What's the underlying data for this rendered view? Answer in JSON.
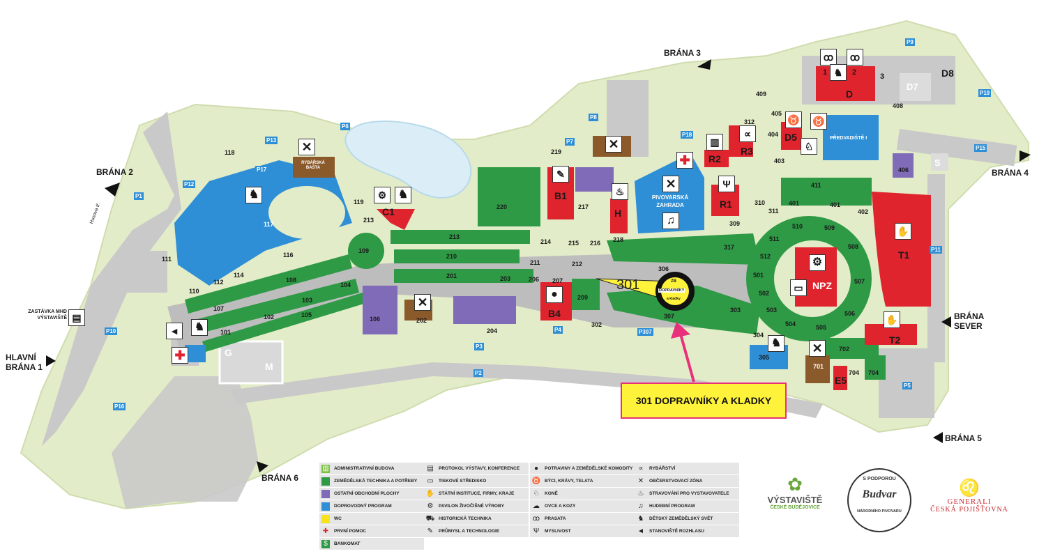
{
  "map": {
    "zones": {
      "z101": "101",
      "z102": "102",
      "z103": "103",
      "z104": "104",
      "z105": "105",
      "z106": "106",
      "z107": "107",
      "z108": "108",
      "z109": "109",
      "z110": "110",
      "z111": "111",
      "z112": "112",
      "z114": "114",
      "z116": "116",
      "z117": "117",
      "z118": "118",
      "z119": "119",
      "z201": "201",
      "z202": "202",
      "z203": "203",
      "z204": "204",
      "z206": "206",
      "z207": "207",
      "z209": "209",
      "z210": "210",
      "z211": "211",
      "z212": "212",
      "z213a": "213",
      "z213b": "213",
      "z214": "214",
      "z215": "215",
      "z216": "216",
      "z217": "217",
      "z218": "218",
      "z219": "219",
      "z220": "220",
      "z301": "301",
      "z302": "302",
      "z303": "303",
      "z304": "304",
      "z305": "305",
      "z306": "306",
      "z307": "307",
      "z309": "309",
      "z310": "310",
      "z311": "311",
      "z312": "312",
      "z317": "317",
      "z401a": "401",
      "z401b": "401",
      "z402": "402",
      "z403": "403",
      "z404": "404",
      "z405": "405",
      "z406": "406",
      "z408": "408",
      "z409": "409",
      "z411": "411",
      "z501": "501",
      "z502": "502",
      "z503": "503",
      "z504": "504",
      "z505": "505",
      "z506": "506",
      "z507": "507",
      "z508": "508",
      "z509": "509",
      "z510": "510",
      "z511": "511",
      "z512": "512",
      "z701": "701",
      "z702": "702",
      "z704a": "704",
      "z704b": "704"
    },
    "halls": {
      "B1": "B1",
      "B4": "B4",
      "C1": "C1",
      "H": "H",
      "R1": "R1",
      "R2": "R2",
      "R3": "R3",
      "D": "D",
      "D5": "D5",
      "D7": "D7",
      "D8": "D8",
      "T1": "T1",
      "T2": "T2",
      "E5": "E5",
      "NPZ": "NPZ",
      "G": "G",
      "M": "M",
      "S": "S",
      "n1": "1",
      "n2": "2",
      "n3": "3"
    },
    "parking": {
      "P1": "P1",
      "P2": "P2",
      "P3": "P3",
      "P4": "P4",
      "P5": "P5",
      "P6": "P6",
      "P7": "P7",
      "P8": "P8",
      "P9": "P9",
      "P10": "P10",
      "P11": "P11",
      "P12": "P12",
      "P13": "P13",
      "P15": "P15",
      "P16": "P16",
      "P17": "P17",
      "P18": "P18",
      "P19": "P19",
      "P307": "P307"
    },
    "places": {
      "pivovarska": "PIVOVARSKÁ ZAHRADA",
      "predvadiste": "PŘEDVADIŠTĚ I",
      "rybarska": "RYBÁŘSKÁ BAŠTA",
      "zastavka": "ZASTÁVKA MHD VÝSTAVIŠTĚ",
      "street": "Husova tř."
    },
    "gates": {
      "brana1": "HLAVNÍ BRÁNA 1",
      "brana2": "BRÁNA 2",
      "brana3": "BRÁNA 3",
      "brana4": "BRÁNA 4",
      "brana5": "BRÁNA 5",
      "brana6": "BRÁNA 6",
      "sever": "BRÁNA SEVER"
    },
    "highlight": {
      "number": "301",
      "badge_top": "ZB",
      "badge_mid": "DOPRAVNÍKY",
      "badge_bot": "a kladky",
      "callout": "301 DOPRAVNÍKY A KLADKY"
    },
    "colors": {
      "green": "#2e9a45",
      "light_green": "#e3ecc8",
      "blue": "#2f8fd6",
      "red": "#e0242e",
      "purple": "#7f6bb8",
      "gray": "#c8c8c8",
      "yellow": "#f7e21b",
      "callout_border": "#e8317a"
    }
  },
  "legend": {
    "col1": [
      {
        "icon": "building-icon",
        "text": "ADMINISTRATIVNÍ BUDOVA",
        "color": "#7cc242"
      },
      {
        "icon": "swatch",
        "text": "ZEMĚDĚLSKÁ TECHNIKA A POTŘEBY",
        "color": "#2e9a45"
      },
      {
        "icon": "swatch",
        "text": "OSTATNÍ OBCHODNÍ PLOCHY",
        "color": "#7f6bb8"
      },
      {
        "icon": "swatch",
        "text": "DOPROVODNÝ PROGRAM",
        "color": "#2f8fd6"
      },
      {
        "icon": "swatch",
        "text": "WC",
        "color": "#f7e21b"
      },
      {
        "icon": "first-aid-icon",
        "text": "PRVNÍ POMOC",
        "color": "#e0242e"
      },
      {
        "icon": "atm-icon",
        "text": "BANKOMAT",
        "color": "#2e9a45"
      }
    ],
    "col2": [
      {
        "icon": "document-icon",
        "text": "PROTOKOL VÝSTAVY, KONFERENCE"
      },
      {
        "icon": "tv-icon",
        "text": "TISKOVÉ STŘEDISKO"
      },
      {
        "icon": "handshake-icon",
        "text": "STÁTNÍ INSTITUCE, FIRMY, KRAJE"
      },
      {
        "icon": "gear-icon",
        "text": "PAVILON ŽIVOČIŠNÉ VÝROBY"
      },
      {
        "icon": "tractor-icon",
        "text": "HISTORICKÁ TECHNIKA"
      },
      {
        "icon": "wrench-icon",
        "text": "PRŮMYSL A TECHNOLOGIE"
      }
    ],
    "col3": [
      {
        "icon": "apple-icon",
        "text": "POTRAVINY A ZEMĚDĚLSKÉ KOMODITY"
      },
      {
        "icon": "cow-icon",
        "text": "BÝCI, KRÁVY, TELATA"
      },
      {
        "icon": "horse-icon",
        "text": "KONĚ"
      },
      {
        "icon": "sheep-icon",
        "text": "OVCE A KOZY"
      },
      {
        "icon": "pig-icon",
        "text": "PRASATA"
      },
      {
        "icon": "deer-icon",
        "text": "MYSLIVOST"
      }
    ],
    "col4": [
      {
        "icon": "fish-icon",
        "text": "RYBÁŘSTVÍ"
      },
      {
        "icon": "cutlery-icon",
        "text": "OBČERSTVOVACÍ ZÓNA"
      },
      {
        "icon": "food-icon",
        "text": "STRAVOVÁNÍ PRO VYSTAVOVATELE"
      },
      {
        "icon": "music-icon",
        "text": "HUDEBNÍ PROGRAM"
      },
      {
        "icon": "rocking-horse-icon",
        "text": "DĚTSKÝ ZEMĚDĚLSKÝ SVĚT"
      },
      {
        "icon": "megaphone-icon",
        "text": "STANOVIŠTĚ ROZHLASU"
      }
    ]
  },
  "logos": {
    "vystaviste_title": "VÝSTAVIŠTĚ",
    "vystaviste_sub": "ČESKÉ BUDĚJOVICE",
    "budvar_top": "S PODPOROU",
    "budvar_mid": "Budvar",
    "budvar_bottom": "NÁRODNÍHO PIVOVARU",
    "generali_1": "GENERALI",
    "generali_2": "ČESKÁ POJIŠŤOVNA"
  }
}
